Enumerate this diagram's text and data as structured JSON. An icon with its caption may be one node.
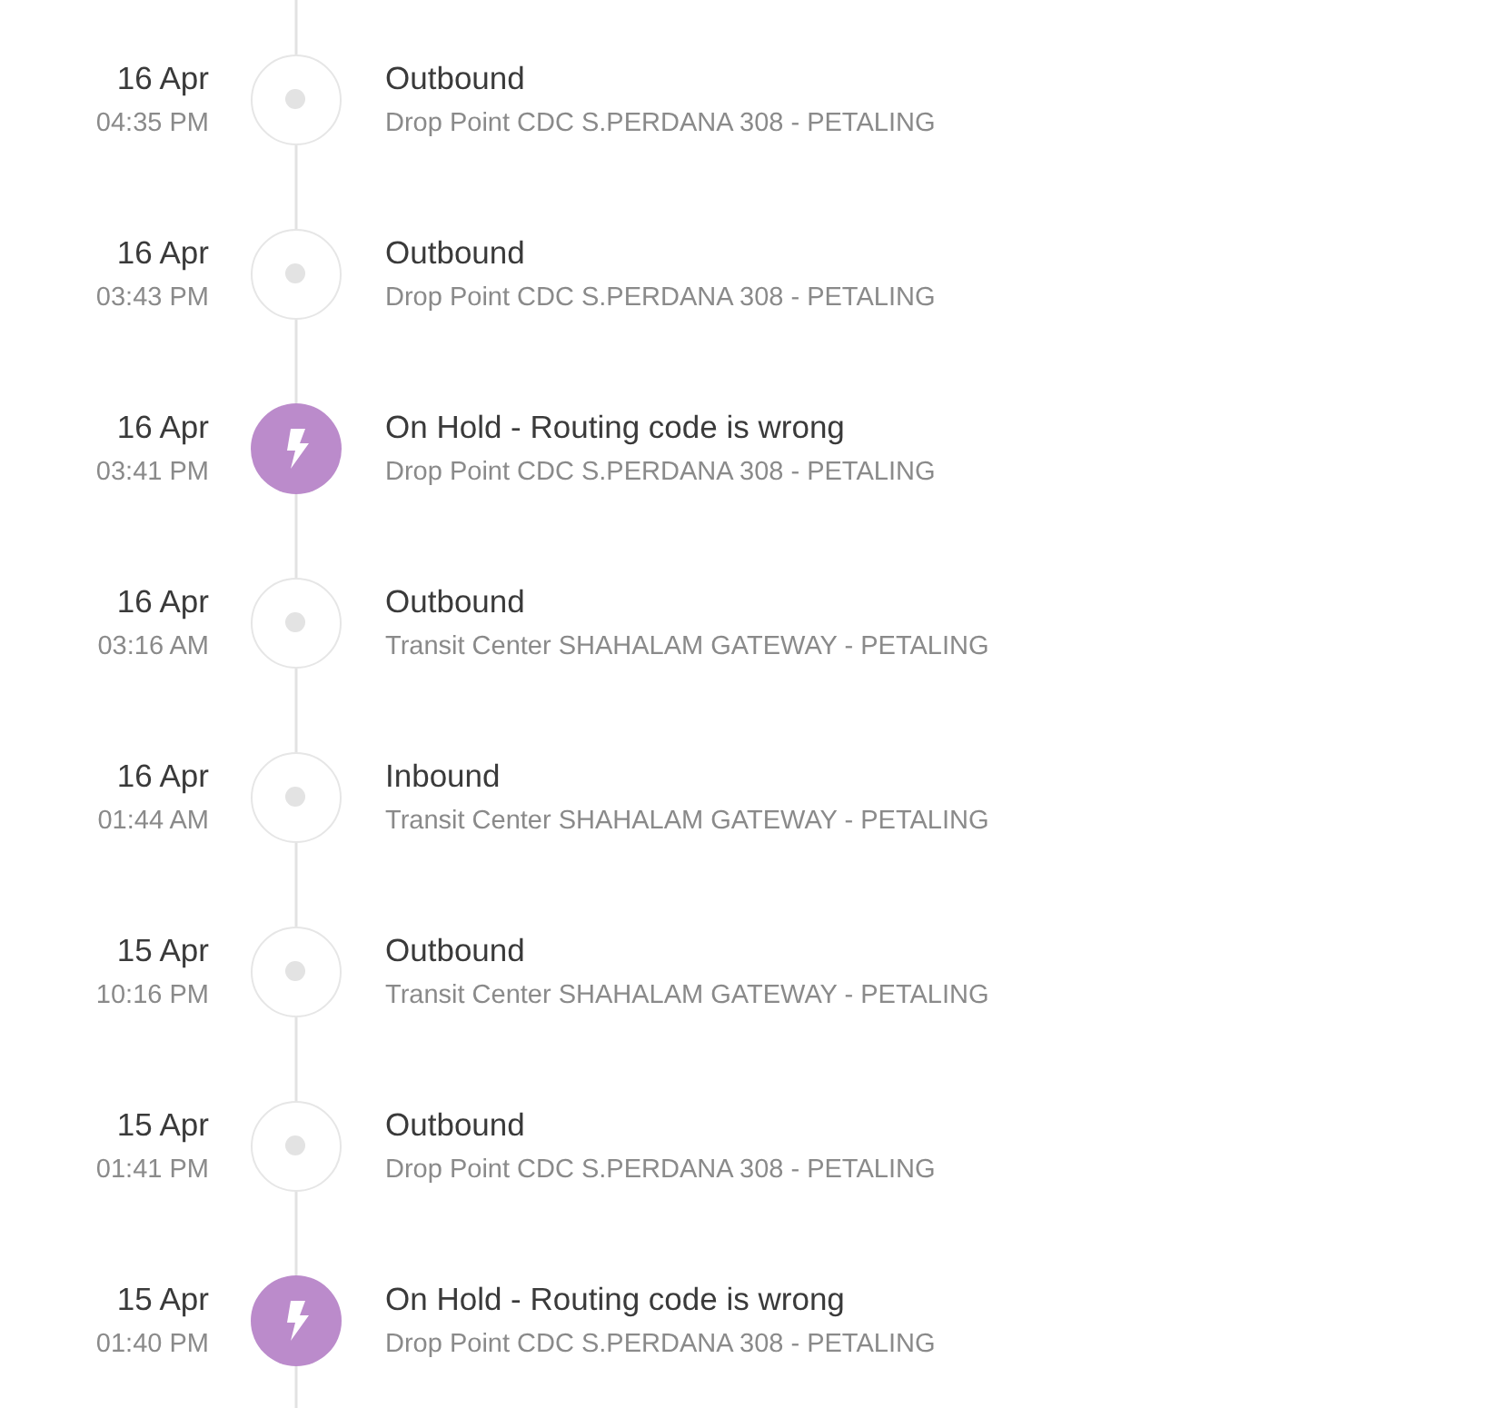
{
  "diagram": {
    "nodes": [
      {
        "text": [],
        "shape": "circle",
        "beside": [
          "16 Apr",
          "04:35 PM",
          "Outbound",
          "Drop Point CDC S.PERDANA 308 - PETALING"
        ]
      },
      {
        "text": [],
        "shape": "circle",
        "beside": [
          "16 Apr",
          "03:43 PM",
          "Outbound",
          "Drop Point CDC S.PERDANA 308 - PETALING"
        ]
      },
      {
        "text": [],
        "shape": "circle",
        "beside": [
          "16 Apr",
          "03:41 PM",
          "On Hold - Routing code is wrong",
          "Drop Point CDC S.PERDANA 308 - PETALING"
        ]
      },
      {
        "text": [],
        "shape": "circle",
        "beside": [
          "16 Apr",
          "03:16 AM",
          "Outbound",
          "Transit Center SHAHALAM GATEWAY - PETALING"
        ]
      },
      {
        "text": [],
        "shape": "circle",
        "beside": [
          "16 Apr",
          "01:44 AM",
          "Inbound",
          "Transit Center SHAHALAM GATEWAY - PETALING"
        ]
      },
      {
        "text": [],
        "shape": "circle",
        "beside": [
          "15 Apr",
          "10:16 PM",
          "Outbound",
          "Transit Center SHAHALAM GATEWAY - PETALING"
        ]
      },
      {
        "text": [],
        "shape": "circle",
        "beside": [
          "15 Apr",
          "01:41 PM",
          "Outbound",
          "Drop Point CDC S.PERDANA 308 - PETALING"
        ]
      },
      {
        "text": [],
        "shape": "circle",
        "beside": [
          "15 Apr",
          "01:40 PM",
          "On Hold - Routing code is wrong",
          "Drop Point CDC S.PERDANA 308 - PETALING"
        ]
      }
    ],
    "edges": [
      {
        "from": null,
        "to": 0,
        "arrow": "none"
      },
      {
        "from": 0,
        "to": 1,
        "arrow": "none"
      },
      {
        "from": 1,
        "to": 2,
        "arrow": "none"
      },
      {
        "from": 2,
        "to": 3,
        "arrow": "none"
      },
      {
        "from": 3,
        "to": 4,
        "arrow": "none"
      },
      {
        "from": 4,
        "to": 5,
        "arrow": "none"
      },
      {
        "from": 5,
        "to": 6,
        "arrow": "none"
      },
      {
        "from": 6,
        "to": 7,
        "arrow": "none"
      },
      {
        "from": 7,
        "to": null,
        "arrow": "none"
      }
    ]
  }
}
